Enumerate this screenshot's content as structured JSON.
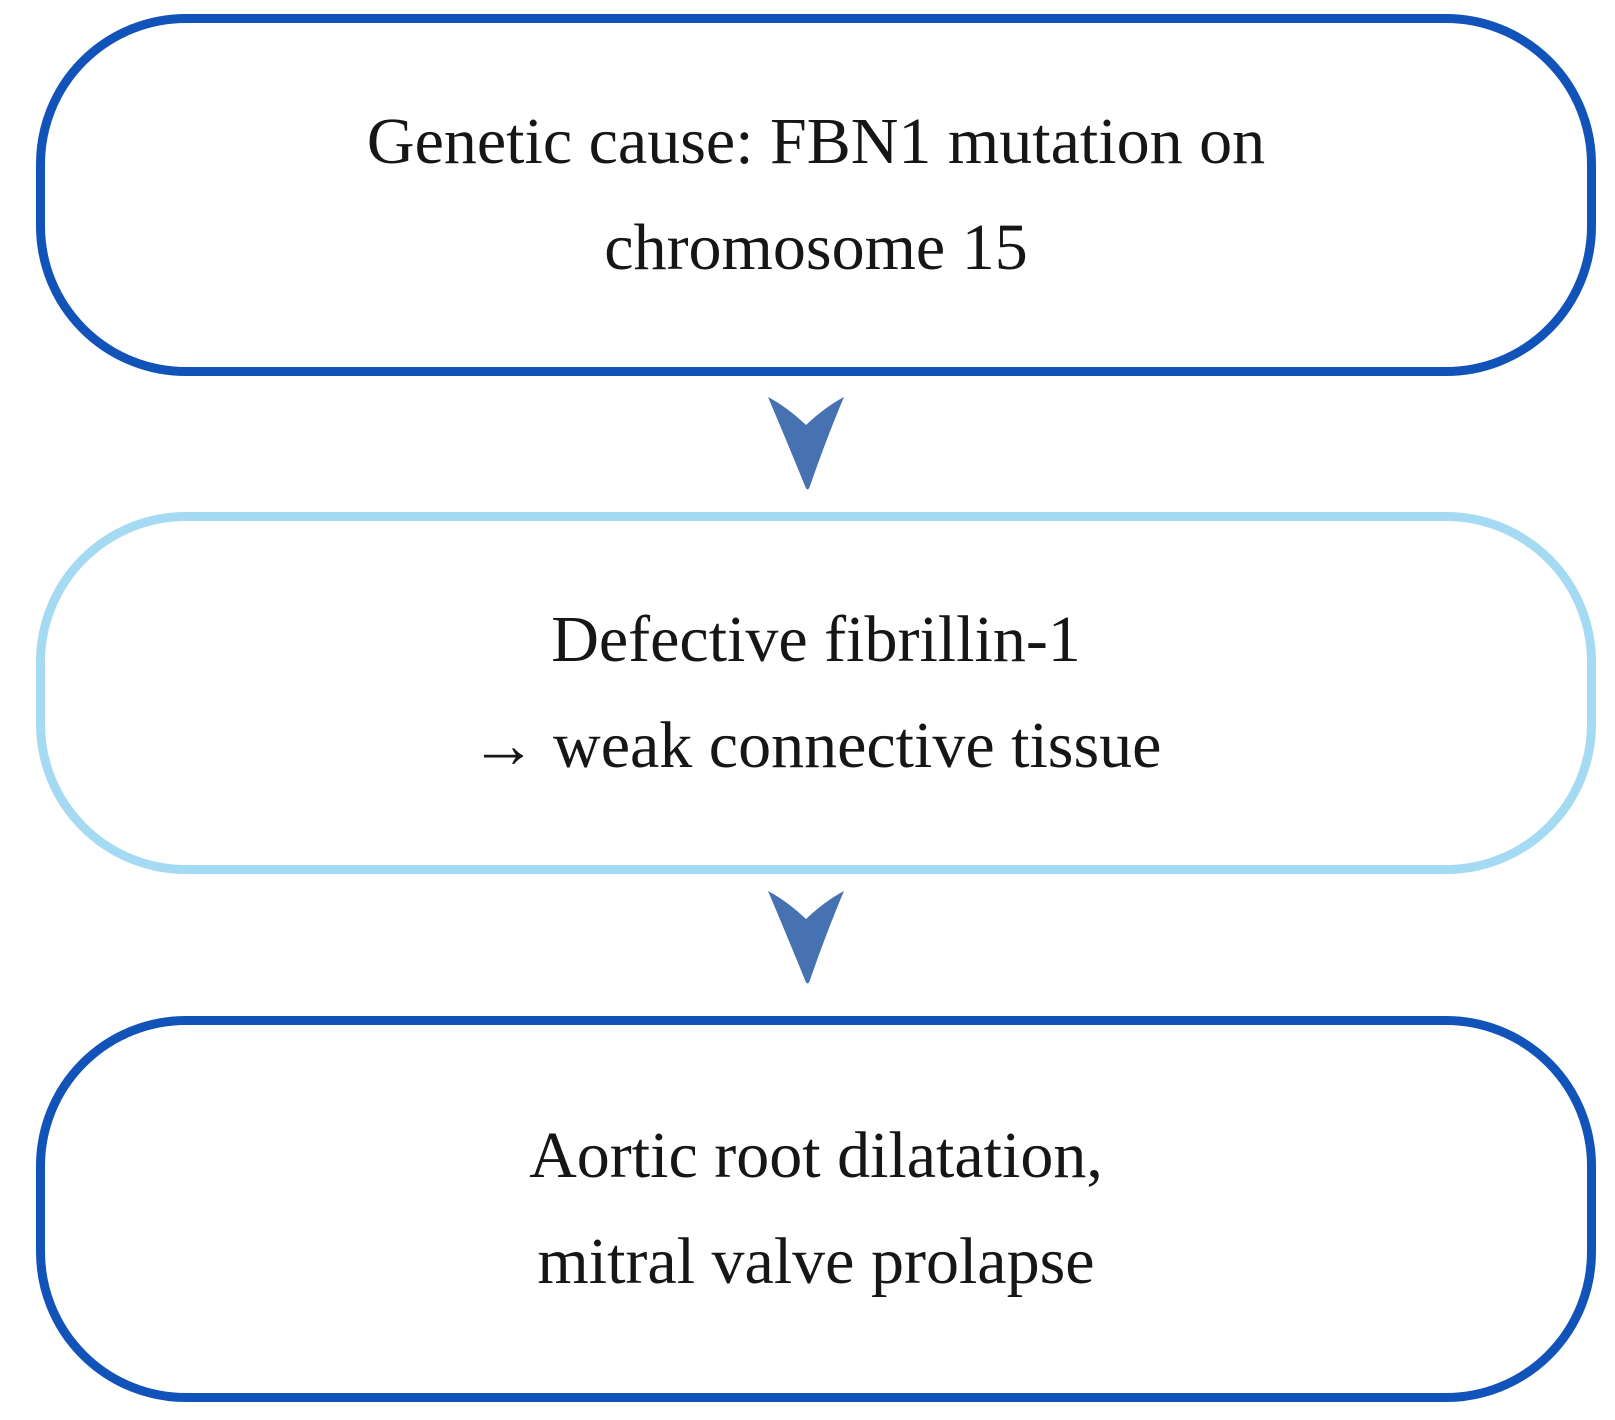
{
  "flowchart": {
    "type": "flow",
    "direction": "top-down",
    "background_color": "#ffffff",
    "text_color": "#161616",
    "nodes": [
      {
        "name": "genetic-cause",
        "lines": [
          "Genetic cause: FBN1 mutation on",
          "chromosome 15"
        ],
        "border_color": "#1153b8",
        "fill_color": "#ffffff"
      },
      {
        "name": "defective-fibrillin",
        "lines": [
          "Defective fibrillin-1",
          "→ weak connective tissue"
        ],
        "border_color": "#a5daf3",
        "fill_color": "#ffffff"
      },
      {
        "name": "cardiac-outcomes",
        "lines": [
          "Aortic root dilatation,",
          "mitral valve prolapse"
        ],
        "border_color": "#1153b8",
        "fill_color": "#ffffff"
      }
    ],
    "connectors": [
      {
        "from": 0,
        "to": 1,
        "shape": "down-arrowhead",
        "color": "#4672b2"
      },
      {
        "from": 1,
        "to": 2,
        "shape": "down-arrowhead",
        "color": "#4672b2"
      }
    ]
  }
}
